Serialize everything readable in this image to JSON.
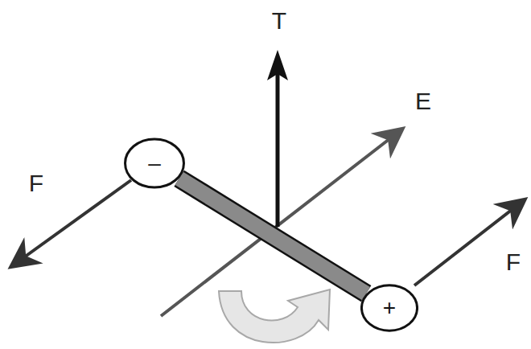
{
  "diagram": {
    "nodes": [
      {
        "text": [
          "–"
        ]
      },
      {
        "text": [
          "+"
        ]
      }
    ],
    "edges": [
      {
        "from": 0,
        "to": 1,
        "arrow": "none"
      }
    ],
    "labels": [
      "T",
      "E",
      "F",
      "F"
    ]
  }
}
